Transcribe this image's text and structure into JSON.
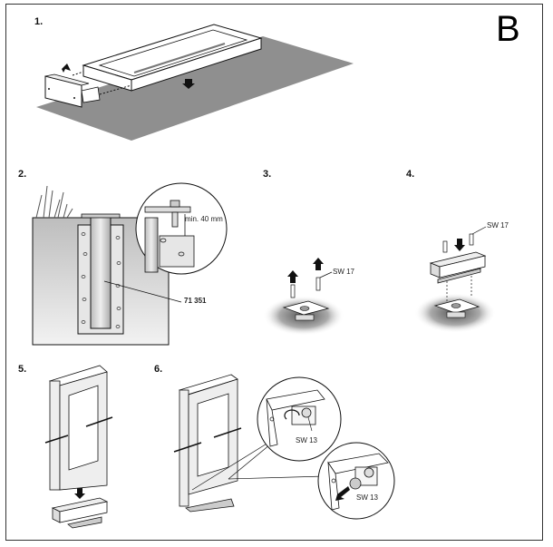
{
  "section_letter": "B",
  "steps": [
    {
      "number": "1."
    },
    {
      "number": "2.",
      "callout_dimension": "min. 40 mm",
      "part_number": "71 351"
    },
    {
      "number": "3.",
      "wrench_size": "SW 17"
    },
    {
      "number": "4.",
      "wrench_size": "SW 17"
    },
    {
      "number": "5."
    },
    {
      "number": "6.",
      "wrench_size_top": "SW 13",
      "wrench_size_bottom": "SW 13"
    }
  ],
  "colors": {
    "ground_shadow": "#8f8f8f",
    "soil": "#c9c9c9",
    "concrete": "#e6e6e6",
    "outline": "#111111"
  }
}
